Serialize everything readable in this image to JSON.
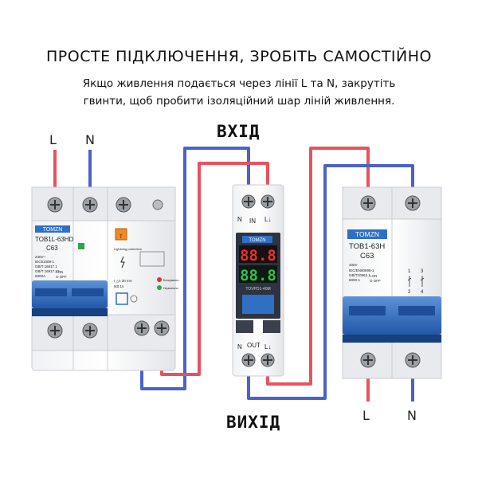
{
  "header": {
    "title": "ПРОСТЕ ПІДКЛЮЧЕННЯ, ЗРОБІТЬ САМОСТІЙНО",
    "subtitle_line1": "Якщо живлення подається через лінії L та N, закрутіть",
    "subtitle_line2": "гвинти, щоб пробити ізоляційний шар ліній живлення."
  },
  "labels": {
    "input": "ВХІД",
    "output": "ВИХІД",
    "left_L": "L",
    "left_N": "N",
    "right_L": "L",
    "right_N": "N"
  },
  "rcbo": {
    "brand": "TOMZN",
    "model": "TOB1L-63HD",
    "rating": "C63",
    "spec1": "230V~",
    "spec2": "IEC61009-1",
    "spec3": "GB/T 16917.1",
    "spec4": "GB/T 16917.22",
    "spec5": "6000A",
    "on": "I ON",
    "off": "O OFF",
    "lightning": "Lightning protection",
    "current": "I △n 30 mA",
    "time": "t≤0.1s",
    "test": "T",
    "red_led": "Блокування",
    "green_led": "Нормально"
  },
  "relay": {
    "brand": "TOMZN",
    "model": "TOVPD1-40M",
    "display_top": "88.8",
    "display_bottom": "88.8",
    "in_n": "N",
    "in_label": "IN",
    "in_l": "L↓",
    "out_n": "N",
    "out_label": "OUT",
    "out_l": "L↓"
  },
  "mcb": {
    "brand": "TOMZN",
    "model": "TOB1-63H",
    "rating": "C63",
    "spec0": "400V",
    "spec1": "IEC/EN60898-1",
    "spec2": "GB/T10963.1",
    "spec3": "6000 A",
    "on": "I ON",
    "off": "O OFF",
    "t1": "1",
    "t2": "3",
    "t3": "2",
    "t4": "4"
  },
  "colors": {
    "red_wire": "#e8525e",
    "blue_wire": "#4a63c8",
    "device_blue": "#2f6fc4",
    "display_red": "#e63030",
    "display_green": "#2fc24a"
  }
}
